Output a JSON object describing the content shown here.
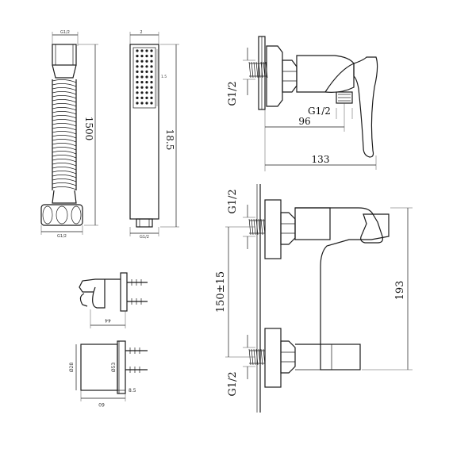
{
  "hose": {
    "label_top": "G1/2",
    "length": "1500",
    "label_bottom": "G1/2"
  },
  "handshower": {
    "label_top": "2",
    "label_side": "1.5",
    "length": "18.5",
    "label_bottom": "G1/2"
  },
  "mixer_top": {
    "inlet": "G1/2",
    "outlet": "G1/2",
    "depth_outlet": "96",
    "depth_total": "133"
  },
  "mixer_front": {
    "inlet_top": "G1/2",
    "centers": "150±15",
    "inlet_bottom": "G1/2",
    "height": "193"
  },
  "holder": {
    "depth": "44",
    "diameter_outer": "Ø28",
    "diameter_inner": "Ø53",
    "width": "60",
    "offset": "8.5"
  }
}
